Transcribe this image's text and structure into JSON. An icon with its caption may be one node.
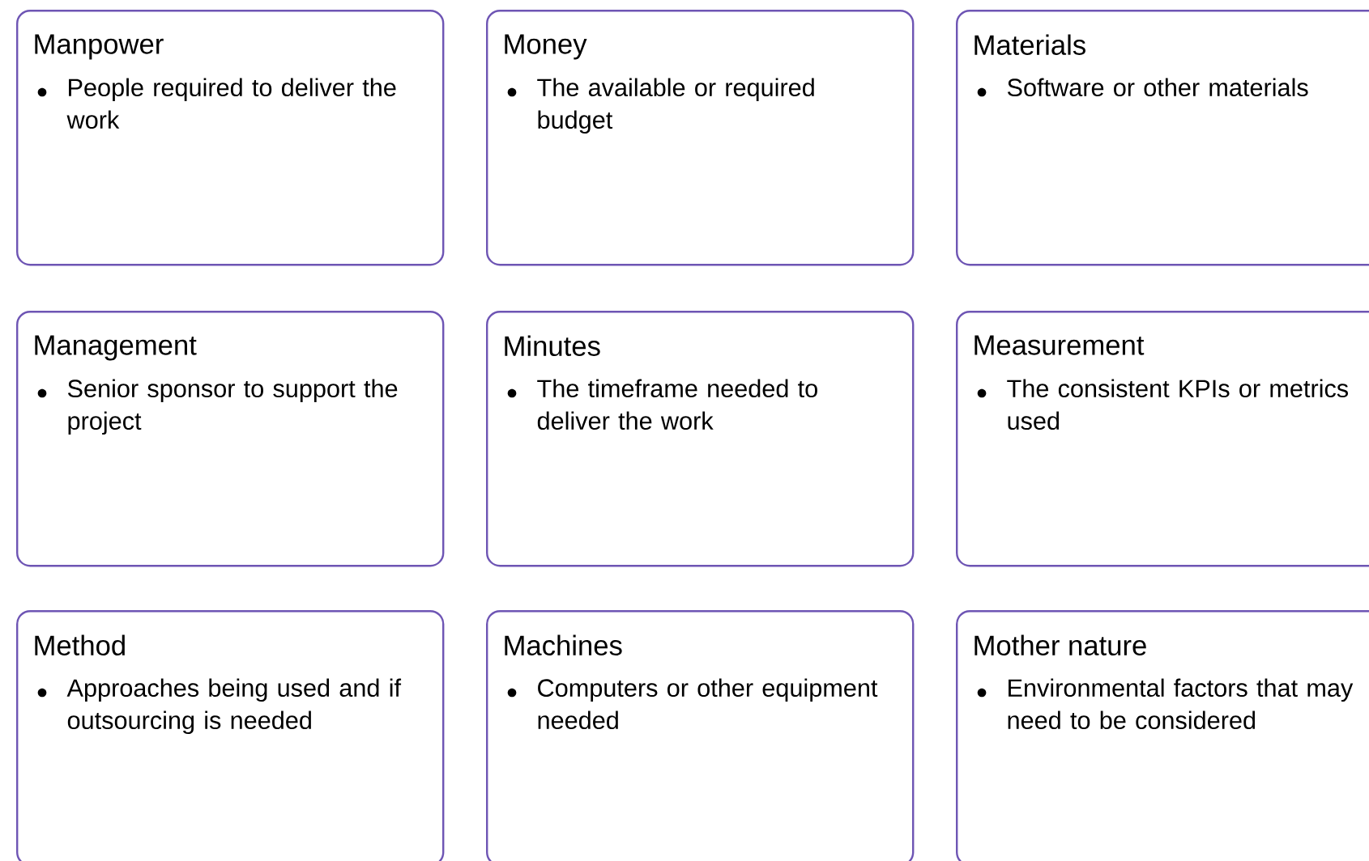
{
  "diagram": {
    "nodes": [
      {
        "text": [
          "Manpower",
          "People required to deliver the work"
        ]
      },
      {
        "text": [
          "Money",
          "The available or required budget"
        ]
      },
      {
        "text": [
          "Materials",
          "Software or other materials"
        ]
      },
      {
        "text": [
          "Management",
          "Senior sponsor to support the project"
        ]
      },
      {
        "text": [
          "Minutes",
          "The timeframe needed to deliver the work"
        ]
      },
      {
        "text": [
          "Measurement",
          "The consistent KPIs or metrics used"
        ]
      },
      {
        "text": [
          "Method",
          "Approaches being used and if outsourcing is needed"
        ]
      },
      {
        "text": [
          "Machines",
          "Computers or other equipment needed"
        ]
      },
      {
        "text": [
          "Mother nature",
          "Environmental factors that may need to be considered"
        ]
      }
    ]
  }
}
